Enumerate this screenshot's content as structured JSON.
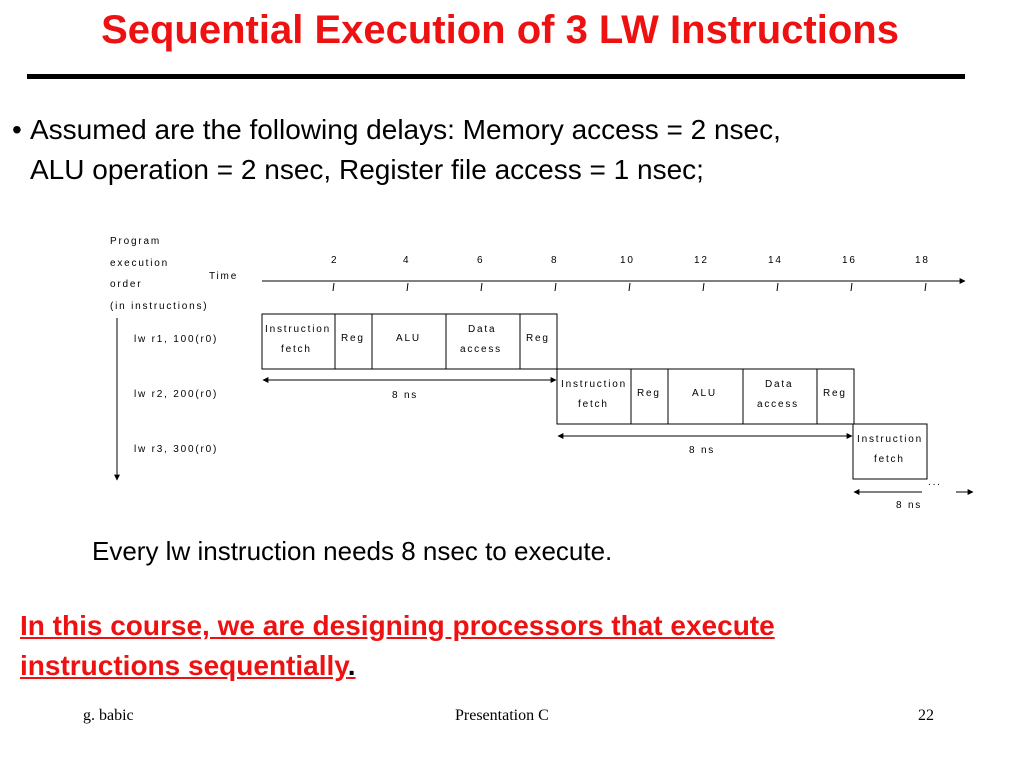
{
  "slide": {
    "title": "Sequential Execution of 3 LW Instructions",
    "bullet_line1": "Assumed are the following delays: Memory access = 2 nsec,",
    "bullet_line2": "ALU operation = 2 nsec, Register file access = 1 nsec;",
    "every_text": "Every lw instruction needs 8 nsec to execute.",
    "course_text_line1": "In this course, we are designing processors that execute",
    "course_text_line2": "instructions sequentially",
    "course_period": ".",
    "title_color": "#ee1111"
  },
  "diagram": {
    "order_label": [
      "Program",
      "execution",
      "order",
      "(in instructions)"
    ],
    "time_label": "Time",
    "time_ticks": [
      "2",
      "4",
      "6",
      "8",
      "10",
      "12",
      "14",
      "16",
      "18"
    ],
    "instructions": [
      "lw r1, 100(r0)",
      "lw r2, 200(r0)",
      "lw r3, 300(r0)"
    ],
    "stage_labels": {
      "ifetch_1": "Instruction",
      "ifetch_2": "fetch",
      "reg": "Reg",
      "alu": "ALU",
      "data_1": "Data",
      "data_2": "access"
    },
    "duration_label": "8 ns",
    "ellipsis": "..."
  },
  "footer": {
    "left": "g. babic",
    "center": "Presentation C",
    "right": "22"
  }
}
